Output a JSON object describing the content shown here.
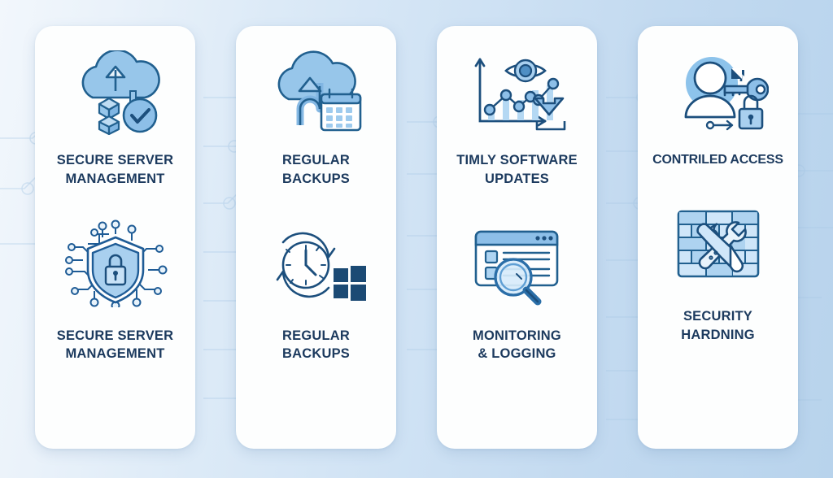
{
  "poster": {
    "background_color": "#cfe2f4",
    "card_color": "#fdfefe",
    "title_color": "#1c3a5e",
    "accent_color": "#7fb5e3",
    "accent_dark": "#1f5c96",
    "pattern": "circuit-board-lines"
  },
  "cards": [
    {
      "top": {
        "icon": "cloud-upload-blocks-check-icon",
        "label": "SECURE SERVER\nMANAGEMENT"
      },
      "bottom": {
        "icon": "shield-lock-circuit-icon",
        "label": "SECURE SERVER\nMANAGEMENT"
      }
    },
    {
      "top": {
        "icon": "cloud-upload-calendar-icon",
        "label": "REGULAR\nBACKUPS"
      },
      "bottom": {
        "icon": "clock-refresh-windows-icon",
        "label": "REGULAR\nBACKUPS"
      }
    },
    {
      "top": {
        "icon": "chart-eye-download-icon",
        "label": "TIMLY SOFTWARE\nUPDATES"
      },
      "bottom": {
        "icon": "browser-window-magnifier-icon",
        "label": "MONITORING\n& LOGGING"
      }
    },
    {
      "top": {
        "icon": "user-key-padlock-icon",
        "label": "CONTRILED ACCESS"
      },
      "bottom": {
        "icon": "brick-wall-tools-icon",
        "label": "SECURITY\nHARDNING"
      }
    }
  ]
}
